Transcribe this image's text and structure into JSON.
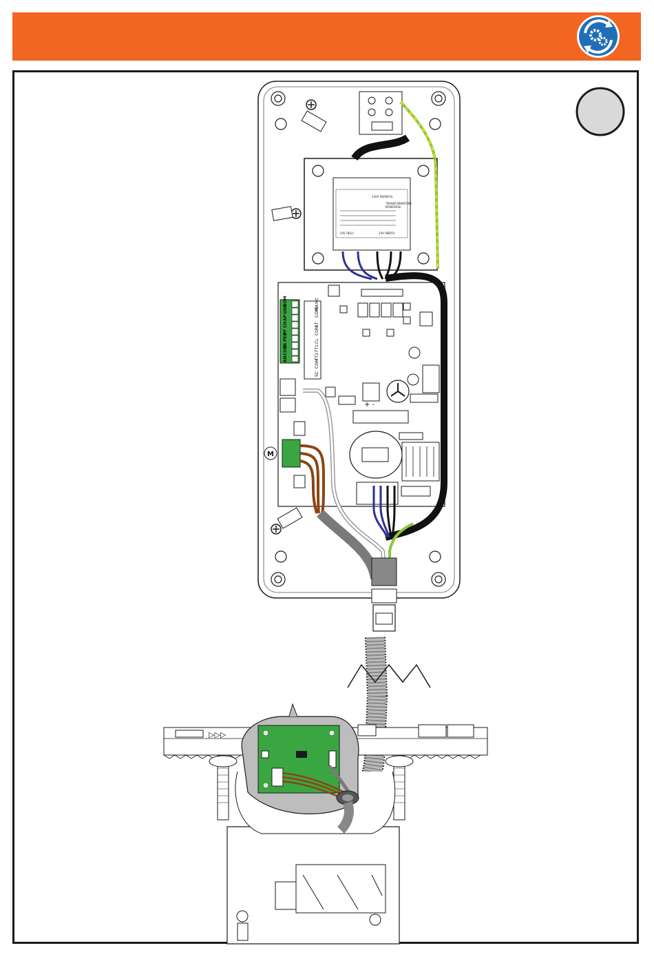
{
  "colors": {
    "header": "#f26522",
    "gear_icon": "#1f6fb7",
    "pcb_green": "#3aa642",
    "wire_blue": "#2e3192",
    "wire_brown": "#8b4513",
    "wire_black": "#111111",
    "wire_green_yellow": "#8dc63f",
    "step_circle": "#d9d9d9"
  },
  "icons": [
    "gear-refresh-icon"
  ],
  "terminals_left": [
    "SC",
    "COM",
    "FT2",
    "FT1",
    "CL",
    "COM",
    "ST",
    "",
    "COM",
    "MA",
    "MC"
  ],
  "terminals_green": [
    "AN",
    "COM",
    "24",
    "PED",
    "FF",
    "CH",
    "AP",
    "GND",
    "COM"
  ],
  "motor_label": "M",
  "battery_label": "+ -",
  "transformer": {
    "lines": [
      "230V (BIANCO)",
      "TRANSFORMATORE",
      "MONOFASE",
      "24V (BLU)",
      "24V (NERO)"
    ]
  }
}
